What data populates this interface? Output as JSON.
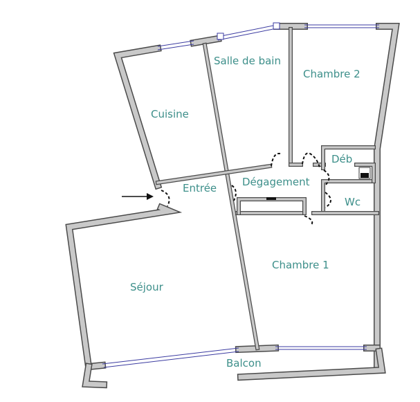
{
  "rooms": {
    "cuisine": "Cuisine",
    "salle_de_bain": "Salle de bain",
    "chambre_2": "Chambre 2",
    "deb": "Déb",
    "entree": "Entrée",
    "degagement": "Dégagement",
    "wc": "Wc",
    "sejour": "Séjour",
    "chambre_1": "Chambre 1",
    "balcon": "Balcon"
  },
  "colors": {
    "label": "#3d8f8a",
    "wall": "#c9c9c9",
    "wall_outline": "#4a4a4a",
    "window": "#3a3aa0"
  },
  "icons": [
    "entrance-arrow-icon"
  ]
}
